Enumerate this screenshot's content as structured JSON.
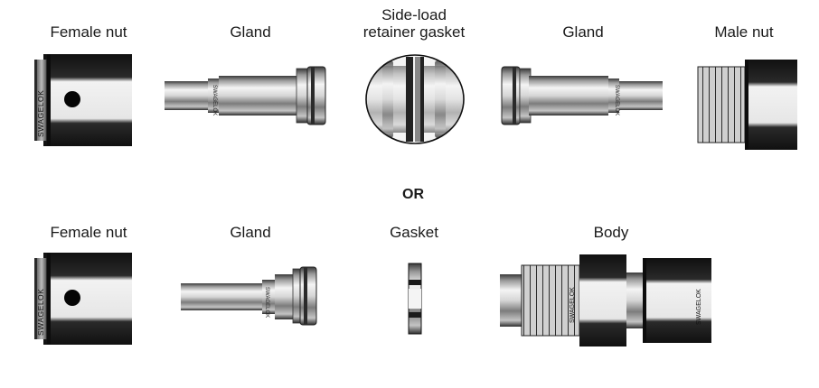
{
  "top_row": {
    "female_nut": {
      "label": "Female nut",
      "brand": "SWAGELOK"
    },
    "gland_left": {
      "label": "Gland",
      "brand": "SWAGELOK"
    },
    "gasket": {
      "label_line1": "Side-load",
      "label_line2": "retainer gasket"
    },
    "gland_right": {
      "label": "Gland",
      "brand": "SWAGELOK"
    },
    "male_nut": {
      "label": "Male nut"
    }
  },
  "separator": {
    "label": "OR"
  },
  "bottom_row": {
    "female_nut": {
      "label": "Female nut",
      "brand": "SWAGELOK"
    },
    "gland": {
      "label": "Gland",
      "brand": "SWAGELOK"
    },
    "gasket": {
      "label": "Gasket"
    },
    "body": {
      "label": "Body",
      "brand_left": "SWAGELOK",
      "brand_right": "SWAGELOK"
    }
  },
  "colors": {
    "dark_metal": "#1c1c1c",
    "light_metal": "#e8e8e8",
    "mid_metal": "#8a8a8a",
    "text": "#1a1a1a"
  }
}
